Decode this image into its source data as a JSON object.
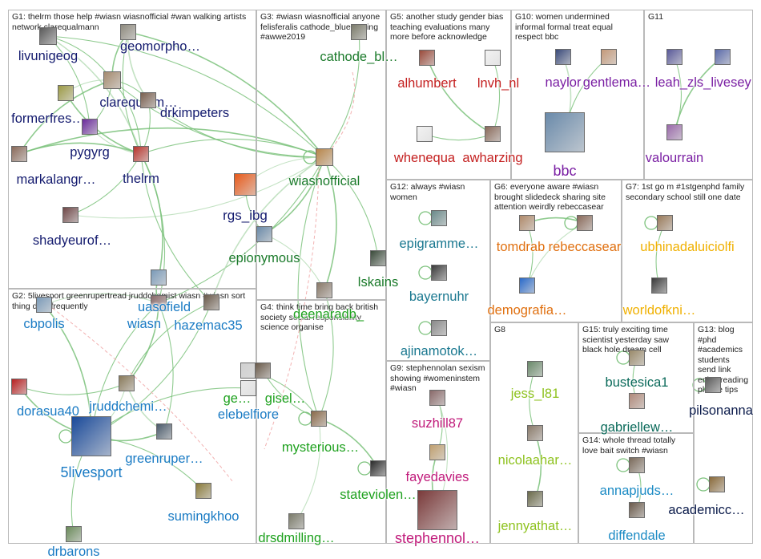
{
  "colors": {
    "edge": "#7cc27c",
    "edge_faint": "#b9deb9",
    "edge_pink": "#f2b2b2",
    "group_border": "#b9b9b9"
  },
  "groups": [
    {
      "id": "G1",
      "title": "G1: thelrm those help #wiasn wiasnofficial #wan walking artists network clarequalmann"
    },
    {
      "id": "G2",
      "title": "G2: 5livesport greenrupertread jruddchemist wiasn #wiasn sort thing deal frequently"
    },
    {
      "id": "G3",
      "title": "G3: #wiasn wiasnofficial anyone felisferalis cathode_blue paging #awwe2019"
    },
    {
      "id": "G4",
      "title": "G4: think time bring back british society social responsibility science organise"
    },
    {
      "id": "G5",
      "title": "G5: another study gender bias teaching evaluations many more before acknowledge"
    },
    {
      "id": "G10",
      "title": "G10: women undermined informal formal treat equal respect bbc"
    },
    {
      "id": "G11",
      "title": "G11"
    },
    {
      "id": "G12",
      "title": "G12: always #wiasn women"
    },
    {
      "id": "G6",
      "title": "G6: everyone aware #wiasn brought slidedeck sharing site attention weirdly rebeccasear"
    },
    {
      "id": "G7",
      "title": "G7: 1st go m #1stgenphd family secondary school still one date"
    },
    {
      "id": "G9",
      "title": "G9: stephennolan sexism showing #womeninstem #wiasn"
    },
    {
      "id": "G8",
      "title": "G8"
    },
    {
      "id": "G15",
      "title": "G15: truly exciting time scientist yesterday saw black hole dream cell"
    },
    {
      "id": "G13",
      "title": "G13: blog #phd #academics students send link enjoy reading please tips"
    },
    {
      "id": "G14",
      "title": "G14: whole thread totally love bait switch #wiasn"
    }
  ],
  "nodes": [
    {
      "id": "n1",
      "label": "livunigeog",
      "color": "#131a6e",
      "avatar": "#5a5a5a"
    },
    {
      "id": "n2",
      "label": "geomorpho…",
      "color": "#131a6e",
      "avatar": "#8e8a7e"
    },
    {
      "id": "n3",
      "label": "clarequalm…",
      "color": "#131a6e",
      "avatar": "#a58b6f"
    },
    {
      "id": "n4",
      "label": "formerfres…",
      "color": "#131a6e",
      "avatar": "#9c9a44"
    },
    {
      "id": "n5",
      "label": "drkimpeters",
      "color": "#131a6e",
      "avatar": "#7a6050"
    },
    {
      "id": "n6",
      "label": "pygyrg",
      "color": "#131a6e",
      "avatar": "#6b2a9c"
    },
    {
      "id": "n7",
      "label": "markalangr…",
      "color": "#131a6e",
      "avatar": "#8a6a5a"
    },
    {
      "id": "n8",
      "label": "thelrm",
      "color": "#131a6e",
      "avatar": "#b8332a"
    },
    {
      "id": "n9",
      "label": "shadyeurof…",
      "color": "#131a6e",
      "avatar": "#704848"
    },
    {
      "id": "n10",
      "label": "rgs_ibg",
      "color": "#131a6e",
      "avatar": "#e85a1a"
    },
    {
      "id": "n11",
      "label": "cathode_bl…",
      "color": "#1a7a2a",
      "avatar": "#7a7a6a"
    },
    {
      "id": "n12",
      "label": "wiasnofficial",
      "color": "#1a7a2a",
      "avatar": "#b8864a"
    },
    {
      "id": "n13",
      "label": "epionymous",
      "color": "#1a7a2a",
      "avatar": "#6a8aa8"
    },
    {
      "id": "n14",
      "label": "lskains",
      "color": "#1a7a2a",
      "avatar": "#3a4a3a"
    },
    {
      "id": "n15",
      "label": "cbpolis",
      "color": "#1a7bc4",
      "avatar": "#7a9ab8"
    },
    {
      "id": "n16",
      "label": "wiasn",
      "color": "#1a7bc4",
      "avatar": "#8a6a6a"
    },
    {
      "id": "n17",
      "label": "hazemac35",
      "color": "#1a7bc4",
      "avatar": "#6a5a4a"
    },
    {
      "id": "n18",
      "label": "dorasua40",
      "color": "#1a7bc4",
      "avatar": "#b82020"
    },
    {
      "id": "n19",
      "label": "jruddchemi…",
      "color": "#1a7bc4",
      "avatar": "#8a7a5a"
    },
    {
      "id": "n20",
      "label": "elebelfiore",
      "color": "#1a7bc4",
      "avatar": "#eaeaea"
    },
    {
      "id": "n21",
      "label": "5livesport",
      "color": "#1a7bc4",
      "avatar": "#1a4a9a"
    },
    {
      "id": "n22",
      "label": "greenruper…",
      "color": "#1a7bc4",
      "avatar": "#4a5a6a"
    },
    {
      "id": "n23",
      "label": "sumingkhoo",
      "color": "#1a7bc4",
      "avatar": "#8a7a3a"
    },
    {
      "id": "n24",
      "label": "drbarons",
      "color": "#1a7bc4",
      "avatar": "#6a8a5a"
    },
    {
      "id": "n25",
      "label": "ge…",
      "color": "#1ea11e",
      "avatar": "#d0d0d0"
    },
    {
      "id": "n26",
      "label": "gisel…",
      "color": "#1ea11e",
      "avatar": "#6a5a4a"
    },
    {
      "id": "n27",
      "label": "mysterious…",
      "color": "#1ea11e",
      "avatar": "#8a6a4a"
    },
    {
      "id": "n28",
      "label": "stateviolen…",
      "color": "#1ea11e",
      "avatar": "#2a2a2a"
    },
    {
      "id": "n29",
      "label": "drsdmilling…",
      "color": "#1ea11e",
      "avatar": "#7a7a6a"
    },
    {
      "id": "n30",
      "label": "alhumbert",
      "color": "#c42020",
      "avatar": "#9a4a3a"
    },
    {
      "id": "n31",
      "label": "lnvh_nl",
      "color": "#c42020",
      "avatar": "#f2f2f2"
    },
    {
      "id": "n32",
      "label": "whenequa",
      "color": "#c42020",
      "avatar": "#f2f2f2"
    },
    {
      "id": "n33",
      "label": "awharzing",
      "color": "#c42020",
      "avatar": "#8a6a5a"
    },
    {
      "id": "n34",
      "label": "naylor",
      "color": "#7a1fa3",
      "avatar": "#3a4a7a"
    },
    {
      "id": "n35",
      "label": "gentlema…",
      "color": "#7a1fa3",
      "avatar": "#c49a7a"
    },
    {
      "id": "n36",
      "label": "bbc",
      "color": "#7a1fa3",
      "avatar": "#6a8aaa"
    },
    {
      "id": "n37",
      "label": "leah_z",
      "color": "#7a1fa3",
      "avatar": "#5a5a9a"
    },
    {
      "id": "n38",
      "label": "ls_livesey",
      "color": "#7a1fa3",
      "avatar": "#5a6aaa"
    },
    {
      "id": "n39",
      "label": "valourrain",
      "color": "#7a1fa3",
      "avatar": "#9a6aaa"
    },
    {
      "id": "n40",
      "label": "epigramme…",
      "color": "#1a7890",
      "avatar": "#6a8a8a"
    },
    {
      "id": "n41",
      "label": "bayernuhr",
      "color": "#1a7890",
      "avatar": "#3a3a3a"
    },
    {
      "id": "n42",
      "label": "ajinamotok…",
      "color": "#1a7890",
      "avatar": "#8a8a8a"
    },
    {
      "id": "n43",
      "label": "tomdrab",
      "color": "#e07010",
      "avatar": "#b08a6a"
    },
    {
      "id": "n44",
      "label": "rebeccasear",
      "color": "#e07010",
      "avatar": "#8a6a5a"
    },
    {
      "id": "n45",
      "label": "demografia…",
      "color": "#e07010",
      "avatar": "#2a6aca"
    },
    {
      "id": "n46",
      "label": "ubhinadaluiciolfi",
      "color": "#f0b000",
      "avatar": "#9a7a5a"
    },
    {
      "id": "n47",
      "label": "worldofkni…",
      "color": "#f0b000",
      "avatar": "#3a3a3a"
    },
    {
      "id": "n48",
      "label": "suzhill87",
      "color": "#c01a7a",
      "avatar": "#8a6a6a"
    },
    {
      "id": "n49",
      "label": "fayedavies",
      "color": "#c01a7a",
      "avatar": "#c0a070"
    },
    {
      "id": "n50",
      "label": "stephennol…",
      "color": "#c01a7a",
      "avatar": "#7a3a3a"
    },
    {
      "id": "n51",
      "label": "jess_l81",
      "color": "#8ec21e",
      "avatar": "#6a8a6a"
    },
    {
      "id": "n52",
      "label": "nicolaahar…",
      "color": "#8ec21e",
      "avatar": "#8a7a6a"
    },
    {
      "id": "n53",
      "label": "jennyathat…",
      "color": "#8ec21e",
      "avatar": "#6a6a4a"
    },
    {
      "id": "n54",
      "label": "bustesica1",
      "color": "#0a6a5a",
      "avatar": "#9a8a6a"
    },
    {
      "id": "n55",
      "label": "gabriellew…",
      "color": "#0a6a5a",
      "avatar": "#b08a7a"
    },
    {
      "id": "n56",
      "label": "pilsonanna",
      "color": "#0a1a4a",
      "avatar": "#5a5a5a"
    },
    {
      "id": "n57",
      "label": "academicc…",
      "color": "#0a1a4a",
      "avatar": "#8a6a3a"
    },
    {
      "id": "n58",
      "label": "annapjuds…",
      "color": "#1a8ac4",
      "avatar": "#7a6a5a"
    },
    {
      "id": "n59",
      "label": "diffendale",
      "color": "#1a8ac4",
      "avatar": "#6a5a4a"
    },
    {
      "id": "n60",
      "label": "uasofield",
      "color": "#1a7bc4",
      "avatar": "#7a9ab8"
    },
    {
      "id": "n61",
      "label": "deenaradb_",
      "color": "#1ea11e",
      "avatar": "#8a7a6a"
    }
  ]
}
